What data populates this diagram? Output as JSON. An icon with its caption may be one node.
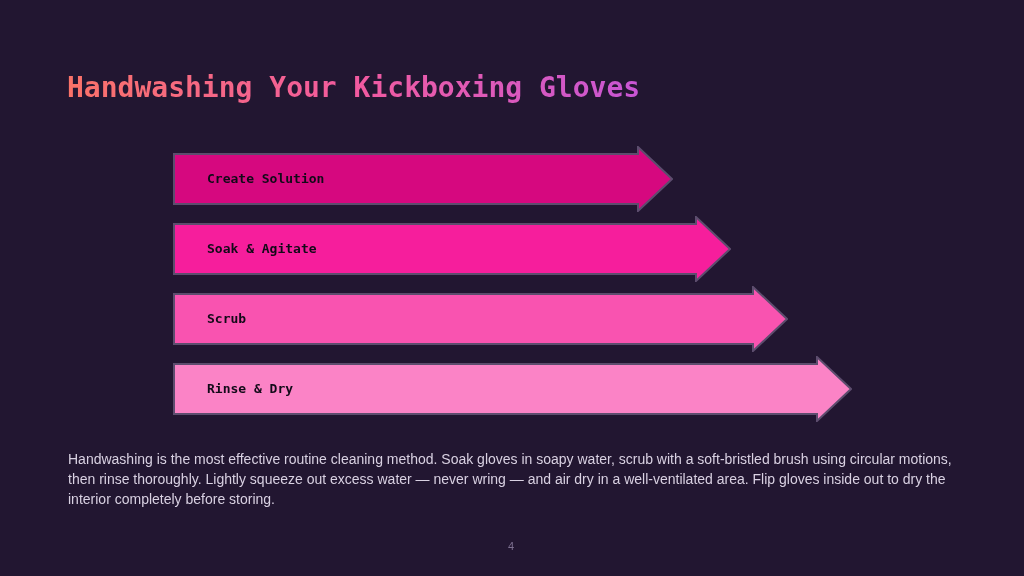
{
  "diagram": {
    "title": "Handwashing Your Kickboxing Gloves",
    "nodes": [
      {
        "text": [
          "Create Solution"
        ]
      },
      {
        "text": [
          "Soak & Agitate"
        ]
      },
      {
        "text": [
          "Scrub"
        ]
      },
      {
        "text": [
          "Rinse & Dry"
        ]
      }
    ],
    "labels": [
      "Handwashing is the most effective routine cleaning method. Soak gloves in soapy water, scrub with a soft-bristled brush using circular motions, then rinse thoroughly. Lightly squeeze out excess water — never wring — and air dry in a well-ventilated area. Flip gloves inside out to dry the interior completely before storing.",
      "4"
    ]
  }
}
